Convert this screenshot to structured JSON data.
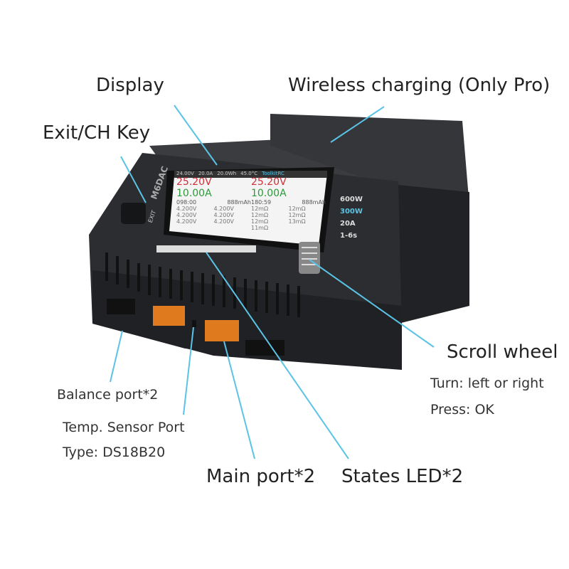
{
  "labels": {
    "display": "Display",
    "wireless": "Wireless charging (Only Pro)",
    "exit_key": "Exit/CH Key",
    "scroll_wheel": "Scroll wheel",
    "scroll_turn": "Turn: left or right",
    "scroll_press": "Press: OK",
    "balance_port": "Balance port*2",
    "temp_port": "Temp. Sensor Port",
    "temp_type": "Type: DS18B20",
    "main_port": "Main port*2",
    "states_led": "States LED*2"
  },
  "device": {
    "brand": "M6DAC",
    "exit_label": "EXIT",
    "side_specs": [
      "600W",
      "300W",
      "20A",
      "1-6s"
    ],
    "status_bar": {
      "input_v": "24.00V",
      "input_a": "20.0A",
      "wh": "20.0Wh",
      "temp": "45.0°C",
      "logo": "ToolkitRC"
    },
    "channels": [
      {
        "voltage": "25.20V",
        "current": "10.00A",
        "time": "098:00",
        "capacity": "888mAh",
        "cells": [
          "4.200V",
          "4.200V",
          "4.200V",
          "4.200V",
          "4.200V",
          "4.200V"
        ]
      },
      {
        "voltage": "25.20V",
        "current": "10.00A",
        "time": "180:59",
        "capacity": "888mAh",
        "cells": [
          "12mΩ",
          "12mΩ",
          "12mΩ",
          "12mΩ",
          "12mΩ",
          "13mΩ",
          "11mΩ"
        ]
      }
    ]
  },
  "colors": {
    "leader_line": "#5bc3e6",
    "body": "#2b2d30",
    "port": "#e07a1f"
  }
}
